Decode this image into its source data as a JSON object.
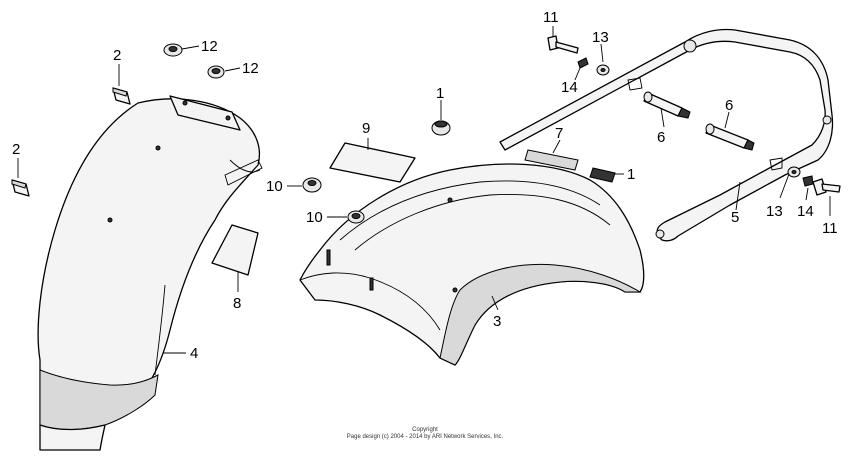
{
  "callouts": {
    "c2a": "2",
    "c2b": "2",
    "c12a": "12",
    "c12b": "12",
    "c1a": "1",
    "c1b": "1",
    "c9": "9",
    "c10a": "10",
    "c10b": "10",
    "c8": "8",
    "c4": "4",
    "c3": "3",
    "c7": "7",
    "c11a": "11",
    "c11b": "11",
    "c13a": "13",
    "c13b": "13",
    "c14a": "14",
    "c14b": "14",
    "c6a": "6",
    "c6b": "6",
    "c5": "5"
  },
  "footer": {
    "line1": "Copyright",
    "line2": "Page design (c) 2004 - 2014 by ARI Network Services, Inc."
  }
}
